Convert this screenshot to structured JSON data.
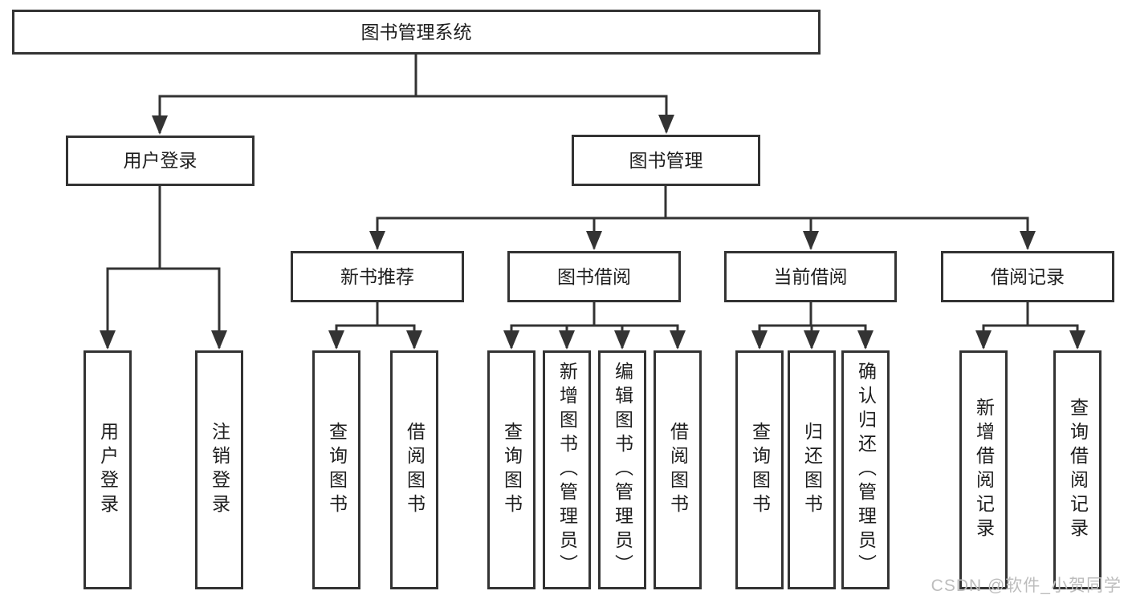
{
  "diagram": {
    "title": "图书管理系统",
    "branches": [
      {
        "label": "用户登录",
        "children": [
          {
            "label": "用户登录"
          },
          {
            "label": "注销登录"
          }
        ]
      },
      {
        "label": "图书管理",
        "groups": [
          {
            "label": "新书推荐",
            "children": [
              {
                "label": "查询图书"
              },
              {
                "label": "借阅图书"
              }
            ]
          },
          {
            "label": "图书借阅",
            "children": [
              {
                "label": "查询图书"
              },
              {
                "label": "新增图书（管理员）"
              },
              {
                "label": "编辑图书（管理员）"
              },
              {
                "label": "借阅图书"
              }
            ]
          },
          {
            "label": "当前借阅",
            "children": [
              {
                "label": "查询图书"
              },
              {
                "label": "归还图书"
              },
              {
                "label": "确认归还（管理员）"
              }
            ]
          },
          {
            "label": "借阅记录",
            "children": [
              {
                "label": "新增借阅记录"
              },
              {
                "label": "查询借阅记录"
              }
            ]
          }
        ]
      }
    ]
  },
  "watermark": "CSDN @软件_小贺同学",
  "colors": {
    "line": "#333333",
    "text": "#1e1e1e",
    "background": "#ffffff",
    "watermark": "#bdbdbd"
  }
}
